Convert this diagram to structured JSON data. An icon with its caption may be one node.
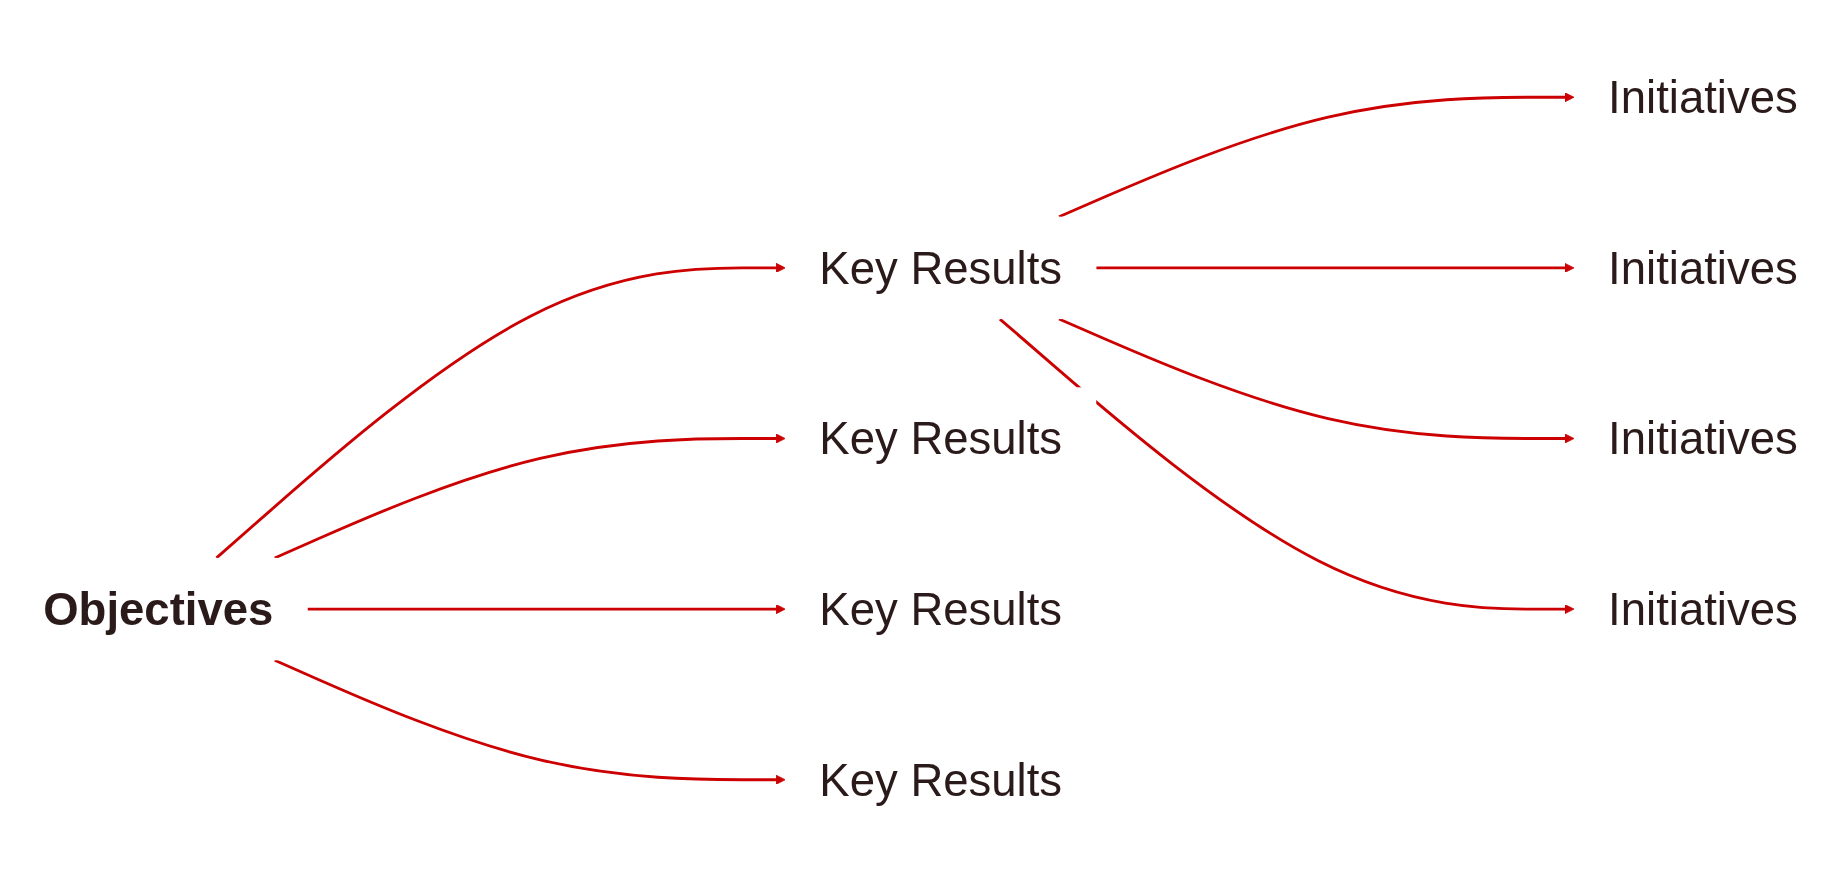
{
  "diagram": {
    "nodes": [
      {
        "text": [
          "Objectives"
        ]
      },
      {
        "text": [
          "Key Results"
        ]
      },
      {
        "text": [
          "Key Results"
        ]
      },
      {
        "text": [
          "Key Results"
        ]
      },
      {
        "text": [
          "Key Results"
        ]
      },
      {
        "text": [
          "Initiatives"
        ]
      },
      {
        "text": [
          "Initiatives"
        ]
      },
      {
        "text": [
          "Initiatives"
        ]
      },
      {
        "text": [
          "Initiatives"
        ]
      }
    ],
    "edges": [
      {
        "from": 0,
        "to": 1,
        "arrow": "to"
      },
      {
        "from": 0,
        "to": 2,
        "arrow": "to"
      },
      {
        "from": 0,
        "to": 3,
        "arrow": "to"
      },
      {
        "from": 0,
        "to": 4,
        "arrow": "to"
      },
      {
        "from": 1,
        "to": 5,
        "arrow": "to"
      },
      {
        "from": 1,
        "to": 6,
        "arrow": "to"
      },
      {
        "from": 1,
        "to": 7,
        "arrow": "to"
      },
      {
        "from": 1,
        "to": 8,
        "arrow": "to"
      }
    ]
  }
}
